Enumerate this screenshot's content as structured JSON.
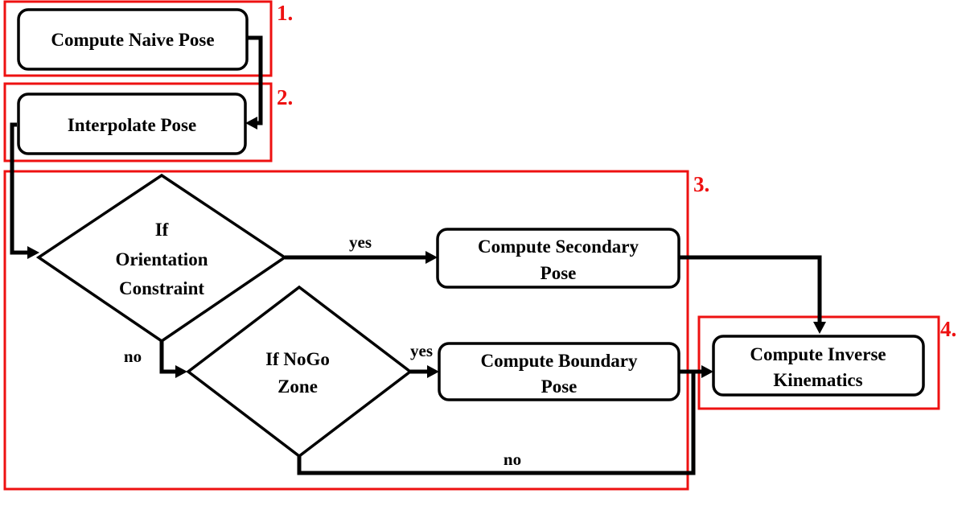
{
  "colors": {
    "region_outline": "#ee1111",
    "stroke": "#000000",
    "background": "#ffffff"
  },
  "regions": [
    {
      "id": "r1",
      "label": "1."
    },
    {
      "id": "r2",
      "label": "2."
    },
    {
      "id": "r3",
      "label": "3."
    },
    {
      "id": "r4",
      "label": "4."
    }
  ],
  "nodes": {
    "naive": {
      "lines": [
        "Compute Naive Pose"
      ]
    },
    "interpolate": {
      "lines": [
        "Interpolate Pose"
      ]
    },
    "orientation": {
      "lines": [
        "If",
        "Orientation",
        "Constraint"
      ]
    },
    "secondary": {
      "lines": [
        "Compute Secondary",
        "Pose"
      ]
    },
    "nogo": {
      "lines": [
        "If NoGo",
        "Zone"
      ]
    },
    "boundary": {
      "lines": [
        "Compute Boundary",
        "Pose"
      ]
    },
    "ik": {
      "lines": [
        "Compute Inverse",
        "Kinematics"
      ]
    }
  },
  "edge_labels": {
    "orientation_yes": "yes",
    "orientation_no": "no",
    "nogo_yes": "yes",
    "nogo_no": "no"
  }
}
